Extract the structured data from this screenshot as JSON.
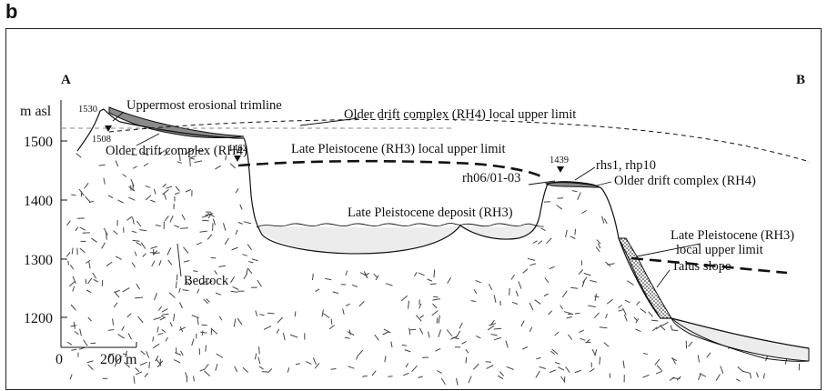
{
  "panel_label": "b",
  "endpoints": {
    "left": "A",
    "right": "B"
  },
  "axis": {
    "unit": "m asl",
    "y_ticks": [
      "1500",
      "1400",
      "1300",
      "1200"
    ],
    "scale_start": "0",
    "scale_end": "200 m"
  },
  "elevation_marks": {
    "peak": "1530",
    "trimline_point": "1508",
    "left_plateau": "1462",
    "right_ridge": "1439"
  },
  "labels": {
    "uppermost_trimline": "Uppermost erosional trimline",
    "older_drift_limit": "Older drift complex (RH4) local upper limit",
    "late_pleistocene_limit": "Late Pleistocene (RH3) local upper limit",
    "older_drift_left": "Older drift complex (RH4)",
    "rhs1": "rhs1, rhp10",
    "rh06": "rh06/01-03",
    "older_drift_right": "Older drift complex (RH4)",
    "late_pleistocene_deposit": "Late Pleistocene deposit (RH3)",
    "late_pleistocene_right_1": "Late Pleistocene (RH3)",
    "late_pleistocene_right_2": "local upper limit",
    "bedrock": "Bedrock",
    "talus": "Talus slope"
  },
  "colors": {
    "line": "#111111",
    "deposit": "#ececec",
    "drift": "#8a8a8a",
    "bedrock_hatch": "#444444"
  }
}
